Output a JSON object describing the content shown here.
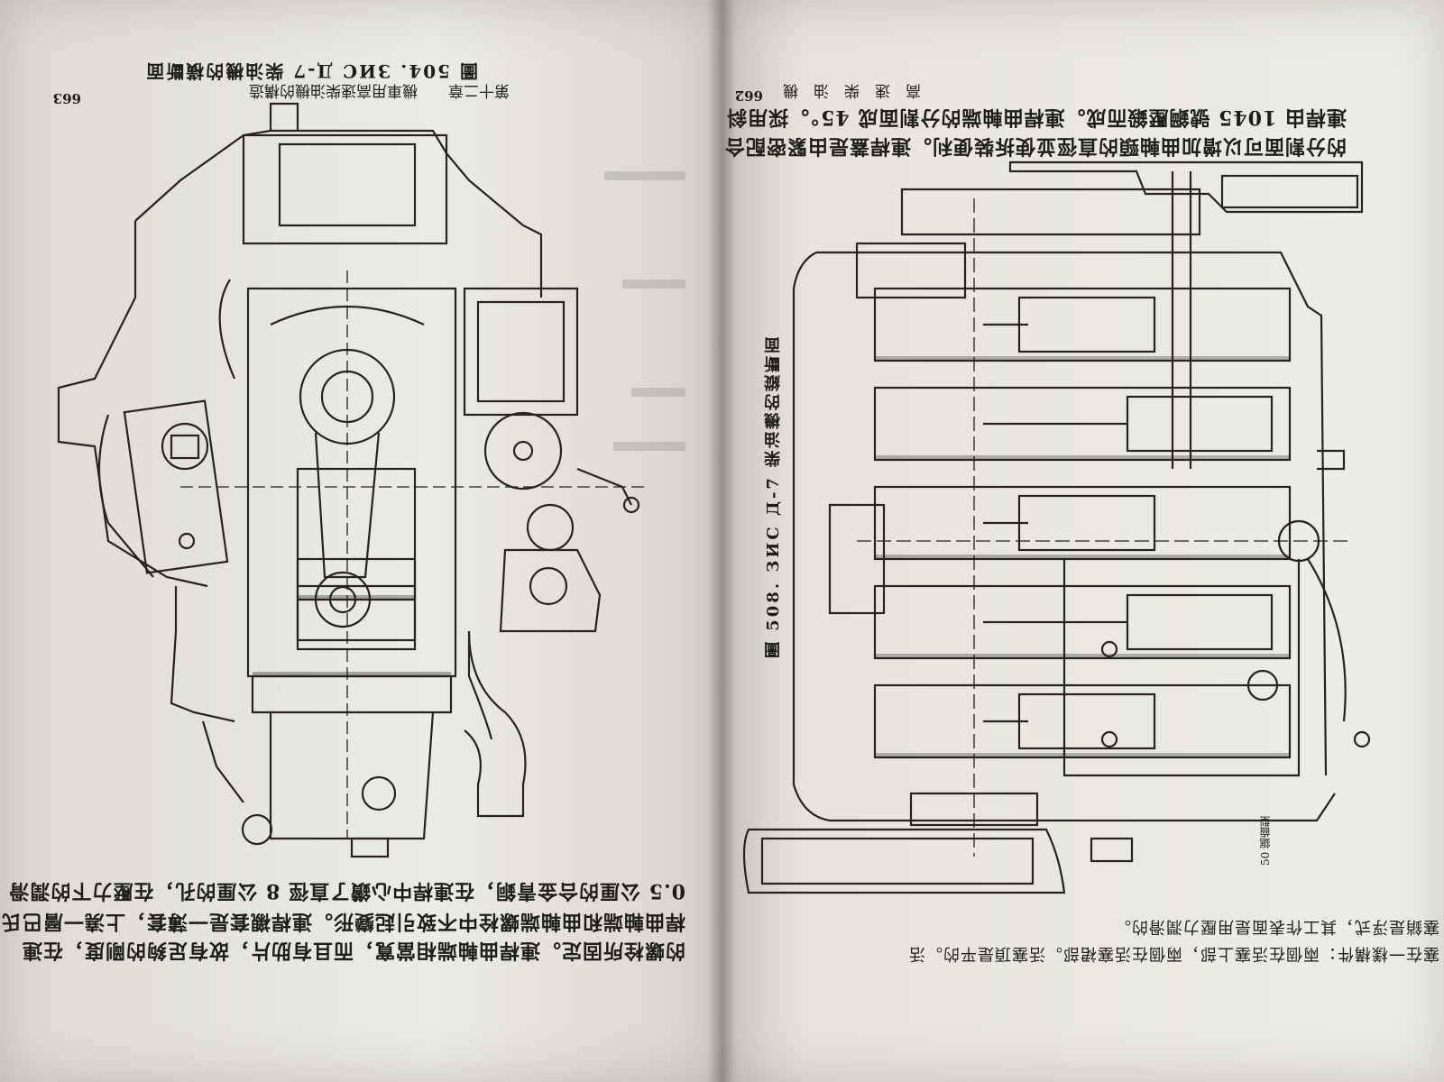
{
  "left_page": {
    "page_number": "663",
    "running_header": "第十二章　　機車用高速柴油機的構造",
    "figure_caption": "圖 504.  ЗИС Д-7 柴油機的橫斷面",
    "body_lines": [
      "的螺栓所固定。連桿曲軸端相當寬，而且有肋片，故有足夠的剛度，在連",
      "桿曲軸端和曲軸端螺栓中不致引起變形。連桿襯套是一薄套，上澆一層巴氏",
      "0.5 公厘的合金青銅，在連桿中心鑽了直徑 8 公厘的孔，在壓力下的潤滑"
    ]
  },
  "right_page": {
    "page_number": "662",
    "running_header": "高　速　柴　油　機",
    "top_lines": [
      "連桿由 1045 號鋼壓鍛而成。連桿曲軸端的分割面成 45°。採用斜",
      "的分割面可以增加曲軸頸的直徑並使拆裝便利。連桿蓋是由緊密配合"
    ],
    "figure_caption": "圖 508.  ЗИС Д-7 柴油機的縱斷面",
    "bottom_lines": [
      "塞在一樣構件：兩個在活塞上部，兩個在活塞裙部。活塞頂是平的。活",
      "塞銷是浮式，其工作表面是用壓力潤滑的。"
    ],
    "figure_marks": "50 鋸齒型"
  }
}
